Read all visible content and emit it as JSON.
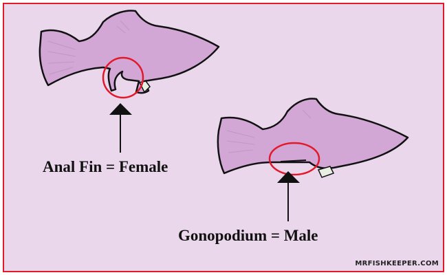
{
  "diagram": {
    "labels": {
      "female": "Anal Fin = Female",
      "male": "Gonopodium = Male"
    },
    "credit": "MRFISHKEEPER.COM",
    "colors": {
      "background": "#ead7ec",
      "border": "#e2192a",
      "fish_fill": "#d2a7d6",
      "outline": "#111111",
      "highlight_circle": "#e2192a",
      "arrow": "#111111"
    },
    "fish": [
      {
        "id": "female-fish",
        "highlight": "anal-fin"
      },
      {
        "id": "male-fish",
        "highlight": "gonopodium"
      }
    ]
  }
}
